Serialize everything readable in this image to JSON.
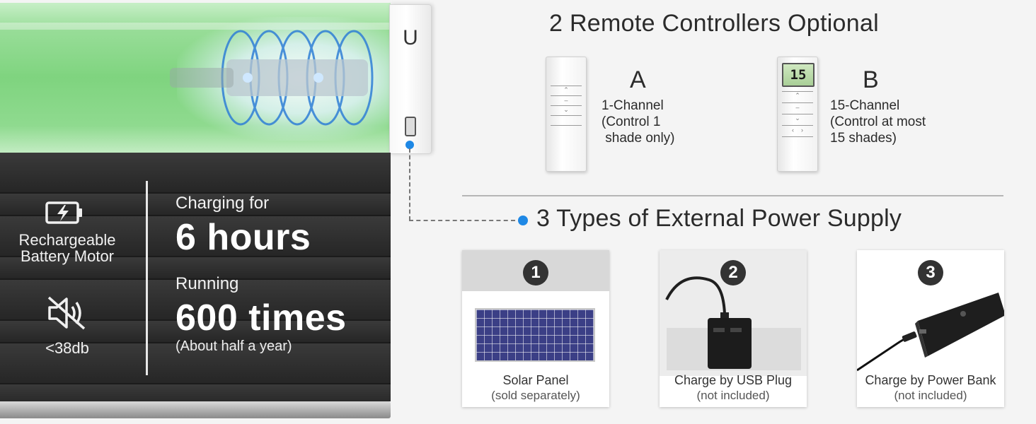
{
  "motor": {
    "cap_logo": "U"
  },
  "features": {
    "battery_label_line1": "Rechargeable",
    "battery_label_line2": "Battery Motor",
    "noise_label": "<38db"
  },
  "stats": {
    "charge_caption": "Charging for",
    "charge_value": "6 hours",
    "run_caption": "Running",
    "run_value": "600 times",
    "run_note": "(About half a year)"
  },
  "remotes": {
    "title": "2 Remote Controllers Optional",
    "items": [
      {
        "letter": "A",
        "line1": "1-Channel",
        "line2": "(Control 1",
        "line3": " shade only)"
      },
      {
        "letter": "B",
        "line1": "15-Channel",
        "line2": "(Control at most",
        "line3": "15 shades)",
        "lcd": "15"
      }
    ]
  },
  "power": {
    "title": "3 Types of External Power Supply",
    "items": [
      {
        "number": "1",
        "name": "Solar Panel",
        "note": "(sold separately)"
      },
      {
        "number": "2",
        "name": "Charge by USB Plug",
        "note": "(not included)"
      },
      {
        "number": "3",
        "name": "Charge by Power Bank",
        "note": "(not included)"
      }
    ]
  },
  "colors": {
    "accent_blue": "#1e88e5",
    "tube_green": "#7fd47f",
    "shade_dark": "#2d2d2d"
  }
}
